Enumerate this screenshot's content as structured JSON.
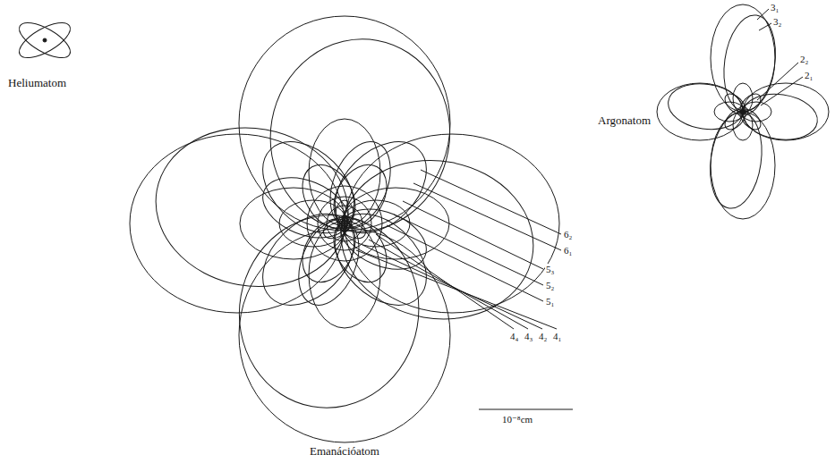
{
  "diagram": {
    "labels": [
      "Heliumatom",
      "Emanációatom",
      "Argonatom",
      "3₁",
      "3₂",
      "2₂",
      "2₁",
      "6₂",
      "6₁",
      "5₃",
      "5₂",
      "5₁",
      "4₄",
      "4₃",
      "4₂",
      "4₁",
      "10⁻⁸cm"
    ]
  }
}
